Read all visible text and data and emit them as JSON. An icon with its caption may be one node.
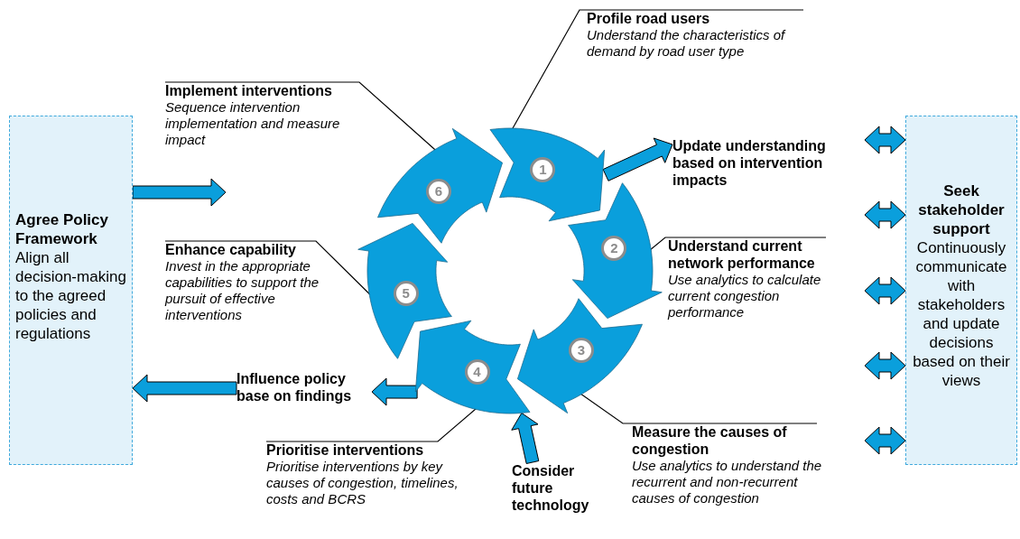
{
  "diagram": {
    "nodes": [
      {
        "text": [
          "Agree Policy Framework",
          "Align all decision-making to the agreed policies and regulations"
        ]
      },
      {
        "text": [
          "1"
        ]
      },
      {
        "text": [
          "2"
        ]
      },
      {
        "text": [
          "3"
        ]
      },
      {
        "text": [
          "4"
        ]
      },
      {
        "text": [
          "5"
        ]
      },
      {
        "text": [
          "6"
        ]
      },
      {
        "text": [
          "Profile road users",
          "Understand the characteristics of demand by road user type"
        ]
      },
      {
        "text": [
          "Update understanding based on intervention impacts"
        ]
      },
      {
        "text": [
          "Understand current network performance",
          "Use analytics to calculate current congestion performance"
        ]
      },
      {
        "text": [
          "Measure the causes of congestion",
          "Use analytics to understand the recurrent and non-recurrent causes of congestion"
        ]
      },
      {
        "text": [
          "Consider future technology"
        ]
      },
      {
        "text": [
          "Prioritise interventions",
          "Prioritise interventions by key causes of congestion, timelines, costs and BCRS"
        ]
      },
      {
        "text": [
          "Influence policy base on findings"
        ]
      },
      {
        "text": [
          "Enhance capability",
          "Invest in the appropriate capabilities to support the pursuit of effective interventions"
        ]
      },
      {
        "text": [
          "Implement interventions",
          "Sequence intervention implementation and measure impact"
        ]
      },
      {
        "text": [
          "Seek stakeholder support",
          "Continuously communicate with stakeholders and update decisions based on their views"
        ]
      }
    ],
    "edges": [
      {
        "from": 0,
        "to": null,
        "arrow": "to"
      },
      {
        "from": 15,
        "to": 6,
        "arrow": "other"
      },
      {
        "from": 7,
        "to": 1,
        "arrow": "other"
      },
      {
        "from": 1,
        "to": 8,
        "arrow": "to"
      },
      {
        "from": 9,
        "to": 2,
        "arrow": "other"
      },
      {
        "from": 10,
        "to": 3,
        "arrow": "other"
      },
      {
        "from": 11,
        "to": 4,
        "arrow": "to"
      },
      {
        "from": 12,
        "to": 4,
        "arrow": "other"
      },
      {
        "from": 4,
        "to": 13,
        "arrow": "to"
      },
      {
        "from": 13,
        "to": 0,
        "arrow": "to"
      },
      {
        "from": 14,
        "to": 5,
        "arrow": "other"
      },
      {
        "from": null,
        "to": 16,
        "arrow": "both"
      },
      {
        "from": null,
        "to": 16,
        "arrow": "both"
      },
      {
        "from": null,
        "to": 16,
        "arrow": "both"
      },
      {
        "from": null,
        "to": 16,
        "arrow": "both"
      },
      {
        "from": null,
        "to": 16,
        "arrow": "both"
      }
    ]
  }
}
